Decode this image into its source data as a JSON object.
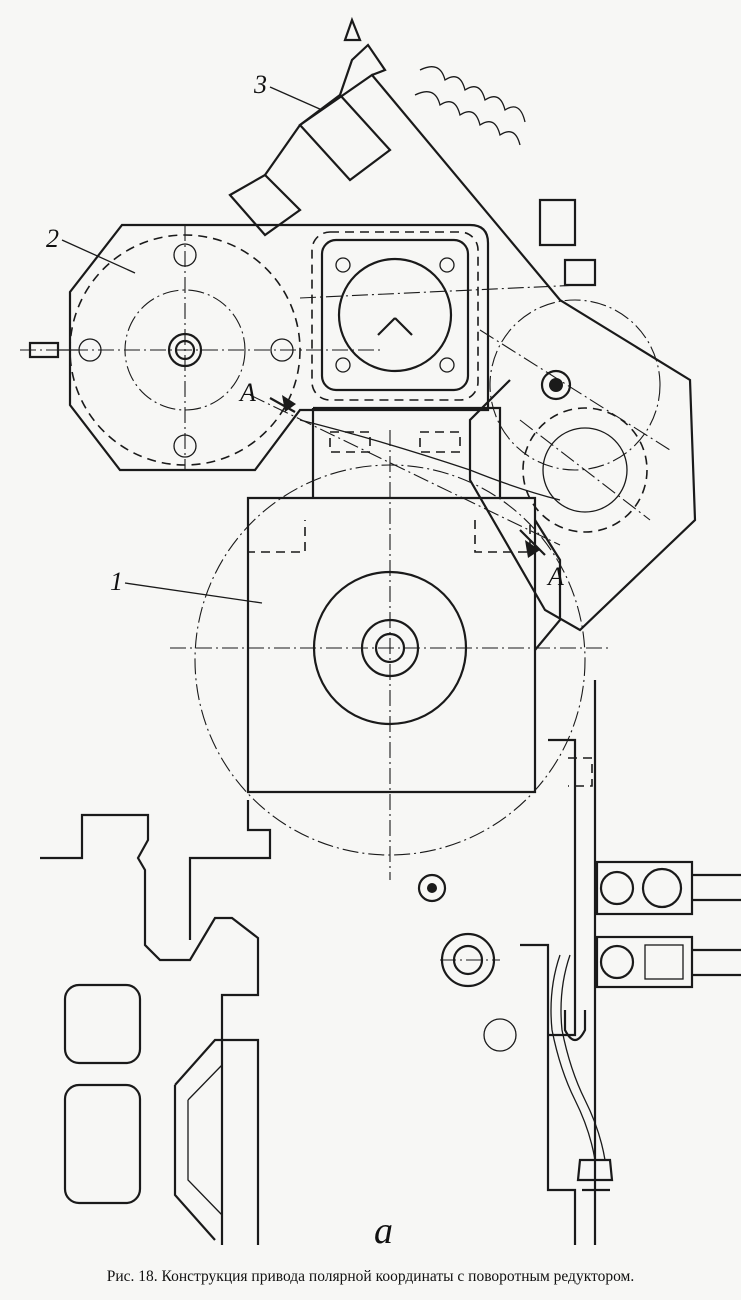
{
  "figure": {
    "caption": "Рис. 18. Конструкция привода полярной координаты с поворотным редуктором.",
    "subfigure_letter": "а",
    "part_labels": [
      "1",
      "2",
      "3"
    ],
    "section_marker": "A"
  }
}
